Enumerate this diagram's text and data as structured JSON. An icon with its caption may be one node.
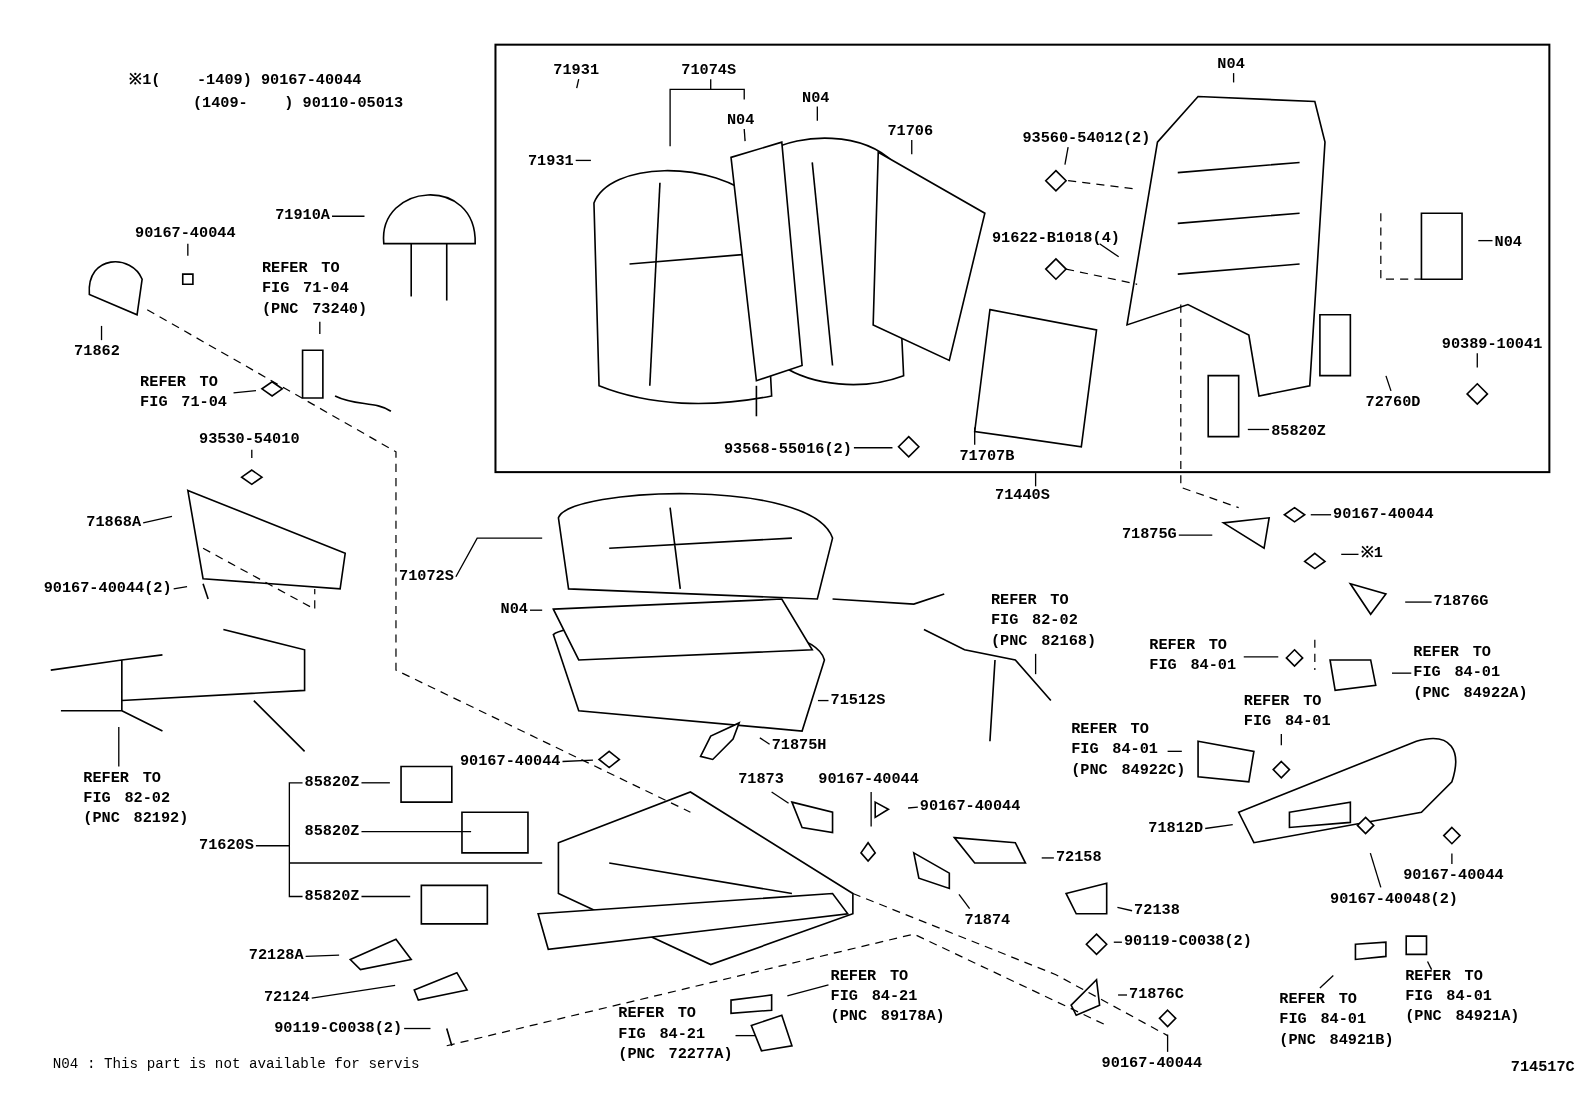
{
  "diagram": {
    "nodes": [
      {
        "text": [],
        "shape": "box"
      },
      {
        "text": [
          "71440S"
        ]
      },
      {
        "text": [
          "71931"
        ],
        "in": 0
      },
      {
        "text": [
          "71074S"
        ],
        "in": 0
      },
      {
        "text": [
          "N04"
        ],
        "in": 0
      },
      {
        "text": [
          "71931"
        ],
        "in": 0
      },
      {
        "text": [
          "N04"
        ],
        "in": 0
      },
      {
        "text": [
          "71706"
        ],
        "in": 0
      },
      {
        "text": [
          "93568-55016(2)"
        ],
        "in": 0
      },
      {
        "text": [
          "N04"
        ],
        "in": 0
      },
      {
        "text": [
          "93560-54012(2)"
        ],
        "in": 0
      },
      {
        "text": [
          "91622-B1018(4)"
        ],
        "in": 0
      },
      {
        "text": [
          "N04"
        ],
        "in": 0
      },
      {
        "text": [
          "90389-10041"
        ],
        "in": 0
      },
      {
        "text": [
          "72760D"
        ],
        "in": 0
      },
      {
        "text": [
          "85820Z"
        ],
        "in": 0
      },
      {
        "text": [
          "71707B"
        ],
        "in": 0
      },
      {
        "text": [
          "71910A"
        ]
      },
      {
        "text": [
          "90167-40044"
        ]
      },
      {
        "text": [
          "71862"
        ]
      },
      {
        "text": [
          "REFER TO FIG 71-04 (PNC 73240)"
        ]
      },
      {
        "text": [
          "REFER TO FIG 71-04"
        ]
      },
      {
        "text": [
          "93530-54010"
        ]
      },
      {
        "text": [
          "71868A"
        ]
      },
      {
        "text": [
          "90167-40044(2)"
        ]
      },
      {
        "text": [
          "REFER TO FIG 82-02 (PNC 82192)"
        ]
      },
      {
        "text": [
          "71072S"
        ]
      },
      {
        "text": [
          "N04"
        ]
      },
      {
        "text": [
          "71512S"
        ]
      },
      {
        "text": [
          "REFER TO FIG 82-02 (PNC 82168)"
        ]
      },
      {
        "text": [
          "90167-40044"
        ]
      },
      {
        "text": [
          "71875H"
        ]
      },
      {
        "text": [
          "71873"
        ]
      },
      {
        "text": [
          "90167-40044"
        ]
      },
      {
        "text": [
          "90167-40044"
        ]
      },
      {
        "text": [
          "72158"
        ]
      },
      {
        "text": [
          "71874"
        ]
      },
      {
        "text": [
          "71620S"
        ]
      },
      {
        "text": [
          "85820Z"
        ]
      },
      {
        "text": [
          "85820Z"
        ]
      },
      {
        "text": [
          "85820Z"
        ]
      },
      {
        "text": [
          "72128A"
        ]
      },
      {
        "text": [
          "72124"
        ]
      },
      {
        "text": [
          "90119-C0038(2)"
        ]
      },
      {
        "text": [
          "REFER TO FIG 84-21 (PNC 72277A)"
        ]
      },
      {
        "text": [
          "REFER TO FIG 84-21 (PNC 89178A)"
        ]
      },
      {
        "text": [
          "72138"
        ]
      },
      {
        "text": [
          "90119-C0038(2)"
        ]
      },
      {
        "text": [
          "71876C"
        ]
      },
      {
        "text": [
          "90167-40044"
        ]
      },
      {
        "text": [
          "71875G"
        ]
      },
      {
        "text": [
          "90167-40044"
        ]
      },
      {
        "text": [
          "※1"
        ]
      },
      {
        "text": [
          "71876G"
        ]
      },
      {
        "text": [
          "REFER TO FIG 84-01"
        ]
      },
      {
        "text": [
          "REFER TO FIG 84-01 (PNC 84922A)"
        ]
      },
      {
        "text": [
          "REFER TO FIG 84-01"
        ]
      },
      {
        "text": [
          "REFER TO FIG 84-01 (PNC 84922C)"
        ]
      },
      {
        "text": [
          "71812D"
        ]
      },
      {
        "text": [
          "90167-40044"
        ]
      },
      {
        "text": [
          "90167-40048(2)"
        ]
      },
      {
        "text": [
          "REFER TO FIG 84-01 (PNC 84921B)"
        ]
      },
      {
        "text": [
          "REFER TO FIG 84-01 (PNC 84921A)"
        ]
      }
    ],
    "edges": [
      {
        "from": 1,
        "to": 0,
        "arrow": "none"
      },
      {
        "from": 2,
        "to": null,
        "arrow": "none"
      },
      {
        "from": 3,
        "to": null,
        "arrow": "none"
      },
      {
        "from": 4,
        "to": null,
        "arrow": "none"
      },
      {
        "from": 5,
        "to": null,
        "arrow": "none"
      },
      {
        "from": 6,
        "to": null,
        "arrow": "none"
      },
      {
        "from": 7,
        "to": null,
        "arrow": "none"
      },
      {
        "from": 8,
        "to": null,
        "arrow": "none"
      },
      {
        "from": 9,
        "to": null,
        "arrow": "none"
      },
      {
        "from": 10,
        "to": null,
        "arrow": "none"
      },
      {
        "from": 11,
        "to": null,
        "arrow": "none"
      },
      {
        "from": 12,
        "to": null,
        "arrow": "none"
      },
      {
        "from": 13,
        "to": null,
        "arrow": "none"
      },
      {
        "from": 14,
        "to": null,
        "arrow": "none"
      },
      {
        "from": 15,
        "to": null,
        "arrow": "none"
      },
      {
        "from": 16,
        "to": null,
        "arrow": "none"
      },
      {
        "from": 17,
        "to": null,
        "arrow": "none"
      },
      {
        "from": 18,
        "to": null,
        "arrow": "none"
      },
      {
        "from": 19,
        "to": null,
        "arrow": "none"
      },
      {
        "from": 20,
        "to": null,
        "arrow": "none"
      },
      {
        "from": 21,
        "to": null,
        "arrow": "none"
      },
      {
        "from": 22,
        "to": null,
        "arrow": "none"
      },
      {
        "from": 23,
        "to": null,
        "arrow": "none"
      },
      {
        "from": 24,
        "to": null,
        "arrow": "none"
      },
      {
        "from": 25,
        "to": null,
        "arrow": "none"
      },
      {
        "from": 26,
        "to": null,
        "arrow": "none"
      },
      {
        "from": 27,
        "to": null,
        "arrow": "none"
      },
      {
        "from": 28,
        "to": null,
        "arrow": "none"
      },
      {
        "from": 29,
        "to": null,
        "arrow": "none"
      },
      {
        "from": 30,
        "to": null,
        "arrow": "none"
      },
      {
        "from": 31,
        "to": null,
        "arrow": "none"
      },
      {
        "from": 32,
        "to": null,
        "arrow": "none"
      },
      {
        "from": 33,
        "to": null,
        "arrow": "none"
      },
      {
        "from": 34,
        "to": null,
        "arrow": "none"
      },
      {
        "from": 35,
        "to": null,
        "arrow": "none"
      },
      {
        "from": 36,
        "to": null,
        "arrow": "none"
      },
      {
        "from": 37,
        "to": null,
        "arrow": "none"
      },
      {
        "from": 38,
        "to": null,
        "arrow": "none"
      },
      {
        "from": 39,
        "to": null,
        "arrow": "none"
      },
      {
        "from": 40,
        "to": null,
        "arrow": "none"
      },
      {
        "from": 41,
        "to": null,
        "arrow": "none"
      },
      {
        "from": 42,
        "to": null,
        "arrow": "none"
      },
      {
        "from": 43,
        "to": null,
        "arrow": "none"
      },
      {
        "from": 44,
        "to": null,
        "arrow": "none"
      },
      {
        "from": 45,
        "to": null,
        "arrow": "none"
      },
      {
        "from": 46,
        "to": null,
        "arrow": "none"
      },
      {
        "from": 47,
        "to": null,
        "arrow": "none"
      },
      {
        "from": 48,
        "to": null,
        "arrow": "none"
      },
      {
        "from": 49,
        "to": null,
        "arrow": "none"
      },
      {
        "from": 50,
        "to": null,
        "arrow": "none"
      },
      {
        "from": 51,
        "to": null,
        "arrow": "none"
      },
      {
        "from": 52,
        "to": null,
        "arrow": "none"
      },
      {
        "from": 53,
        "to": null,
        "arrow": "none"
      },
      {
        "from": 54,
        "to": null,
        "arrow": "none"
      },
      {
        "from": 55,
        "to": null,
        "arrow": "none"
      },
      {
        "from": 56,
        "to": null,
        "arrow": "none"
      },
      {
        "from": 57,
        "to": null,
        "arrow": "none"
      },
      {
        "from": 58,
        "to": null,
        "arrow": "none"
      },
      {
        "from": 59,
        "to": null,
        "arrow": "none"
      },
      {
        "from": 60,
        "to": null,
        "arrow": "none"
      },
      {
        "from": 61,
        "to": null,
        "arrow": "none"
      },
      {
        "from": 62,
        "to": null,
        "arrow": "none"
      }
    ],
    "labels": [
      "※1(    -1409) 90167-40044",
      "(1409-    ) 90110-05013",
      "N04 : This part is not available for servis",
      "714517C"
    ]
  }
}
